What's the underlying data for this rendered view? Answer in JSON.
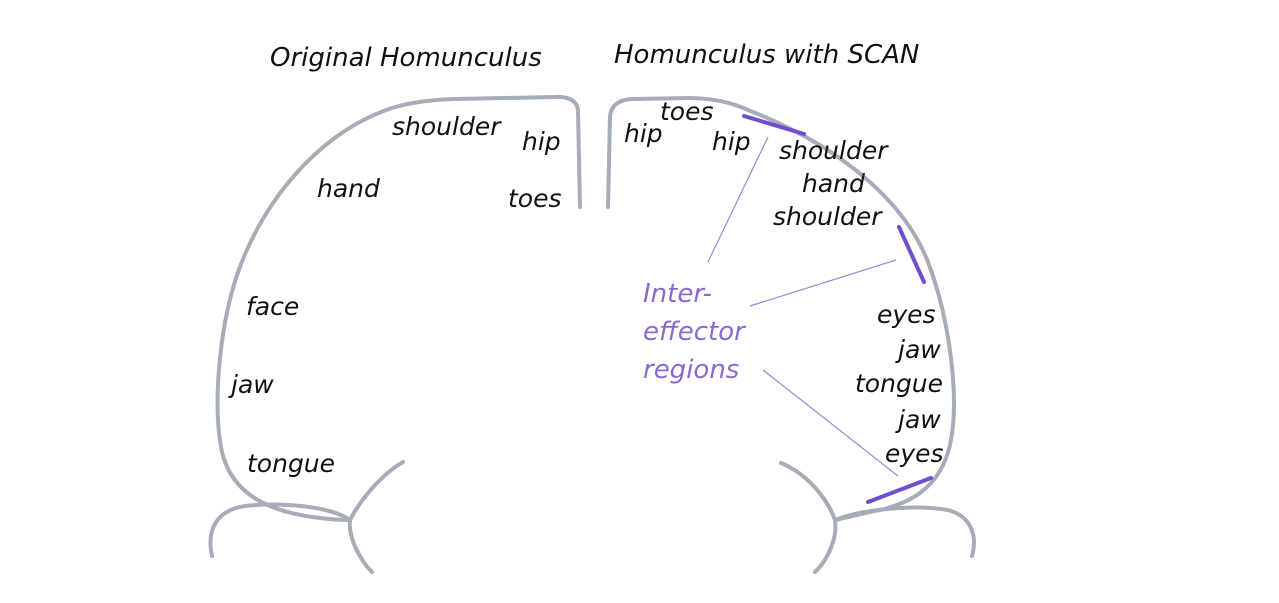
{
  "titles": {
    "left": "Original Homunculus",
    "right": "Homunculus with SCAN"
  },
  "left_labels": {
    "shoulder": "shoulder",
    "hip": "hip",
    "hand": "hand",
    "toes": "toes",
    "face": "face",
    "jaw": "jaw",
    "tongue": "tongue"
  },
  "right_labels": {
    "hip_outer": "hip",
    "toes": "toes",
    "hip_inner": "hip",
    "shoulder_upper": "shoulder",
    "hand": "hand",
    "shoulder_lower": "shoulder",
    "eyes_upper": "eyes",
    "jaw_upper": "jaw",
    "tongue": "tongue",
    "jaw_lower": "jaw",
    "eyes_lower": "eyes"
  },
  "inter_effector": {
    "line1": "Inter-",
    "line2": "effector",
    "line3": "regions"
  },
  "colors": {
    "outline": "#a8abb8",
    "accent": "#6f4fd0",
    "accent_text": "#8a6ad0",
    "text": "#111111"
  }
}
